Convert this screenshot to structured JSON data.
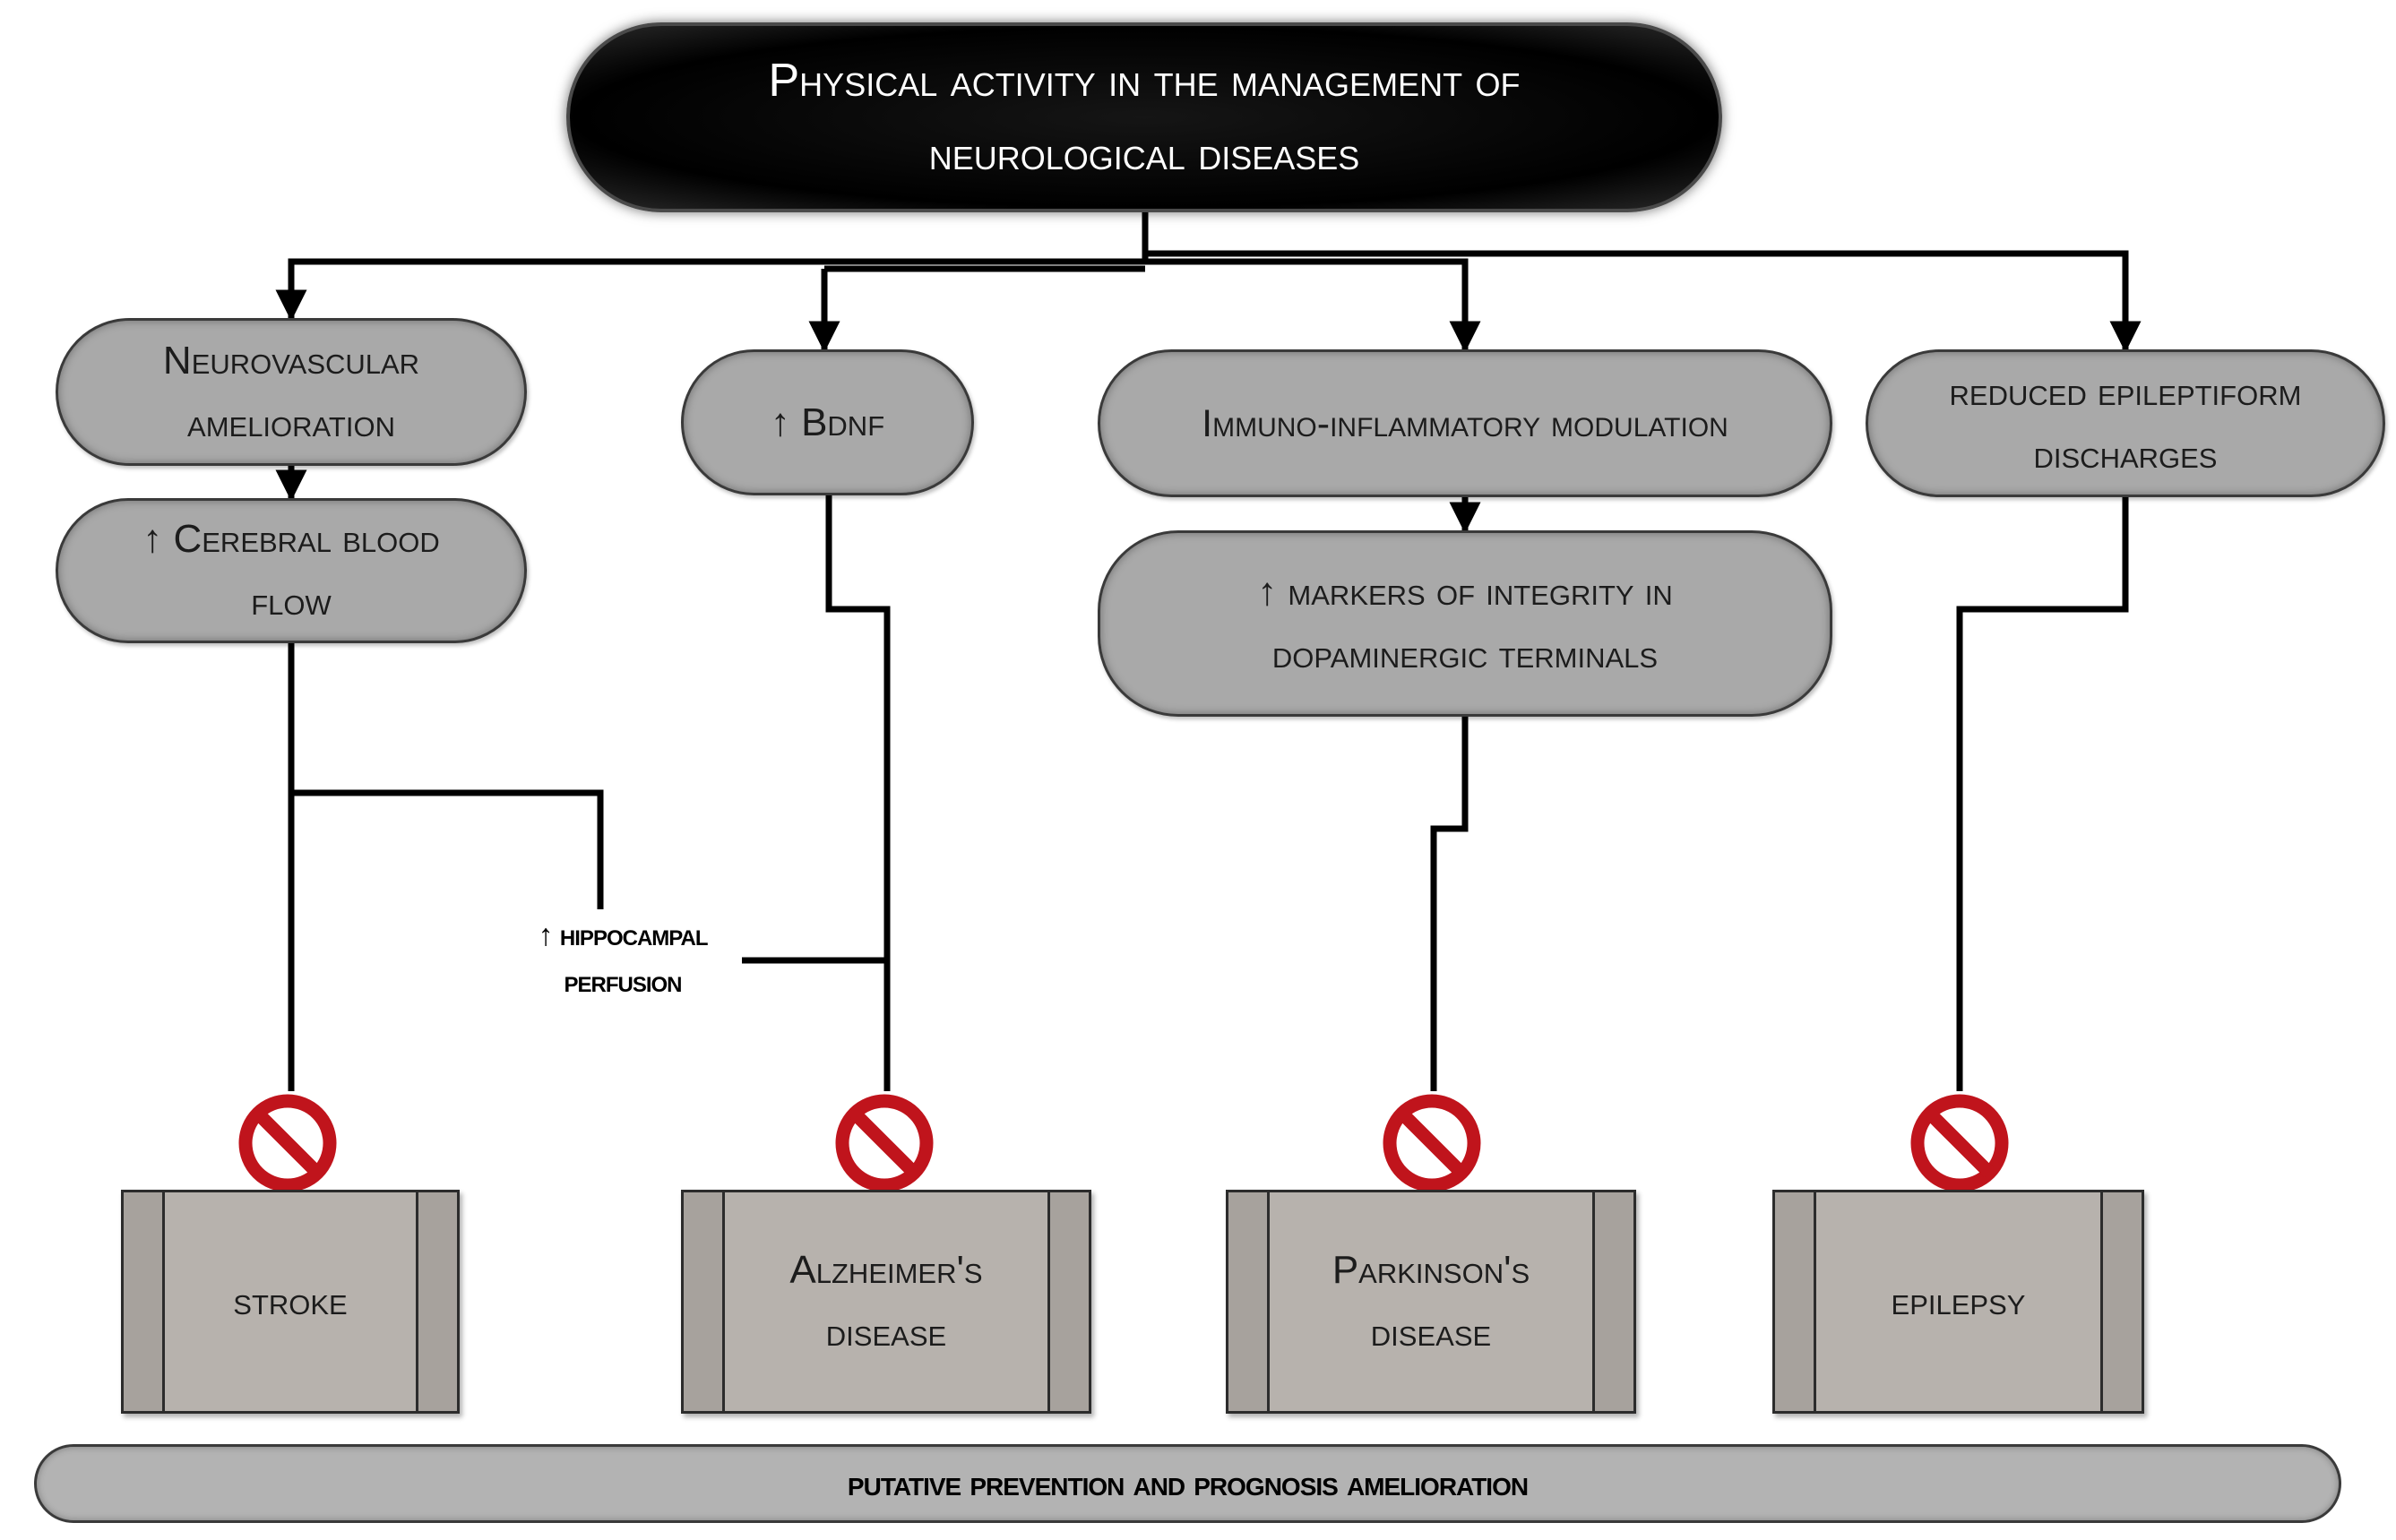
{
  "title": "Physical activity in the management of\nneurological diseases",
  "mechanisms": {
    "neurovascular": "Neurovascular\namelioration",
    "cerebral_blood_flow": "↑ Cerebral blood\nflow",
    "bdnf": "↑ Bdnf",
    "immuno": "Immuno-inflammatory modulation",
    "dopaminergic": "↑ markers of integrity in\ndopaminergic terminals",
    "epileptiform": "reduced epileptiform\ndischarges"
  },
  "side_label": "↑ hippocampal\nperfusion",
  "diseases": {
    "stroke": "stroke",
    "alzheimer": "Alzheimer's\ndisease",
    "parkinson": "Parkinson's\ndisease",
    "epilepsy": "epilepsy"
  },
  "outcome": "putative prevention and prognosis amelioration",
  "colors": {
    "node_fill": "#a9a9a9",
    "title_fill": "#000000",
    "disease_fill": "#b7b2ad",
    "prohibition_red": "#c0141c"
  },
  "icons": [
    "prohibition-icon"
  ]
}
